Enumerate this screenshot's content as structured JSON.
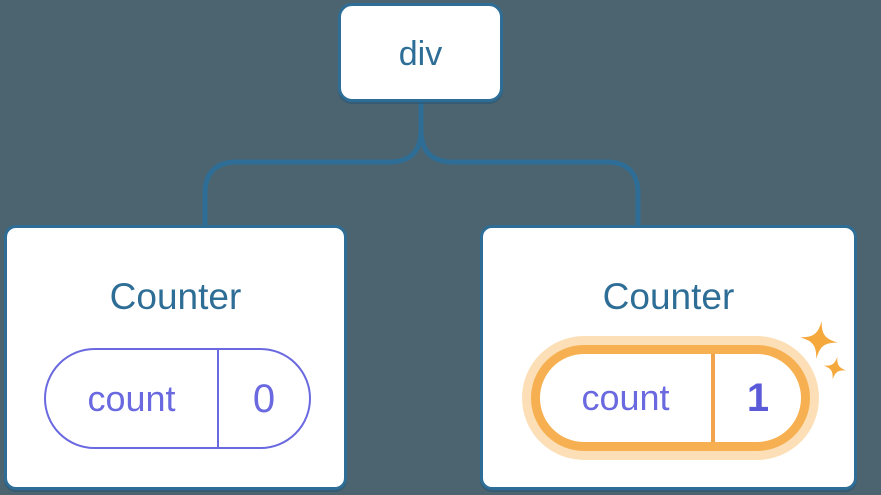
{
  "tree": {
    "root": {
      "label": "div"
    },
    "children": [
      {
        "title": "Counter",
        "state": {
          "key": "count",
          "value": "0"
        },
        "highlighted": false
      },
      {
        "title": "Counter",
        "state": {
          "key": "count",
          "value": "1"
        },
        "highlighted": true
      }
    ]
  },
  "colors": {
    "background": "#4C6470",
    "node_border_blue": "#2E6E96",
    "node_text_blue": "#2E6E96",
    "connector_blue": "#2E6E96",
    "state_purple": "#6A69E0",
    "highlight_orange": "#F7B051",
    "highlight_glow": "#F8B254",
    "sparkle_orange": "#F5A83C"
  }
}
